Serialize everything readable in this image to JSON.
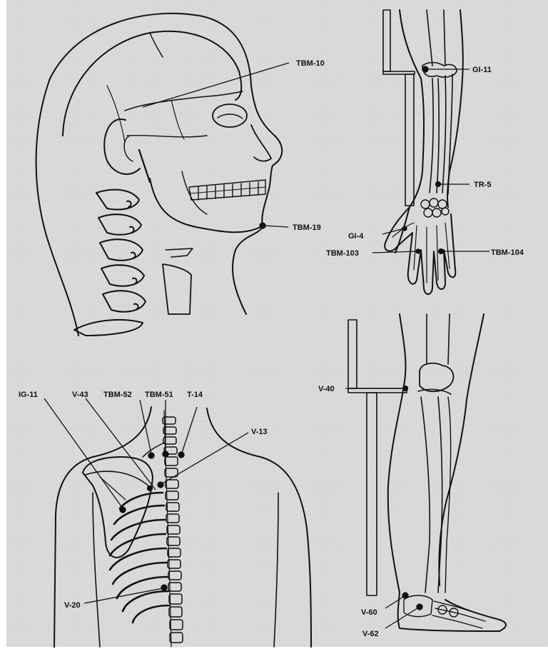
{
  "labels": {
    "tbm10": "TBM-10",
    "tbm19": "TBM-19",
    "gi11": "GI-11",
    "tr5": "TR-5",
    "gi4": "GI-4",
    "tbm103": "TBM-103",
    "tbm104": "TBM-104",
    "v40": "V-40",
    "v60": "V-60",
    "v62": "V-62",
    "ig11": "IG-11",
    "v43": "V-43",
    "tbm52": "TBM-52",
    "tbm51": "TBM-51",
    "t14": "T-14",
    "v13": "V-13",
    "v20": "V-20"
  },
  "colors": {
    "paper": "#d9d9d7",
    "ink": "#111111"
  }
}
